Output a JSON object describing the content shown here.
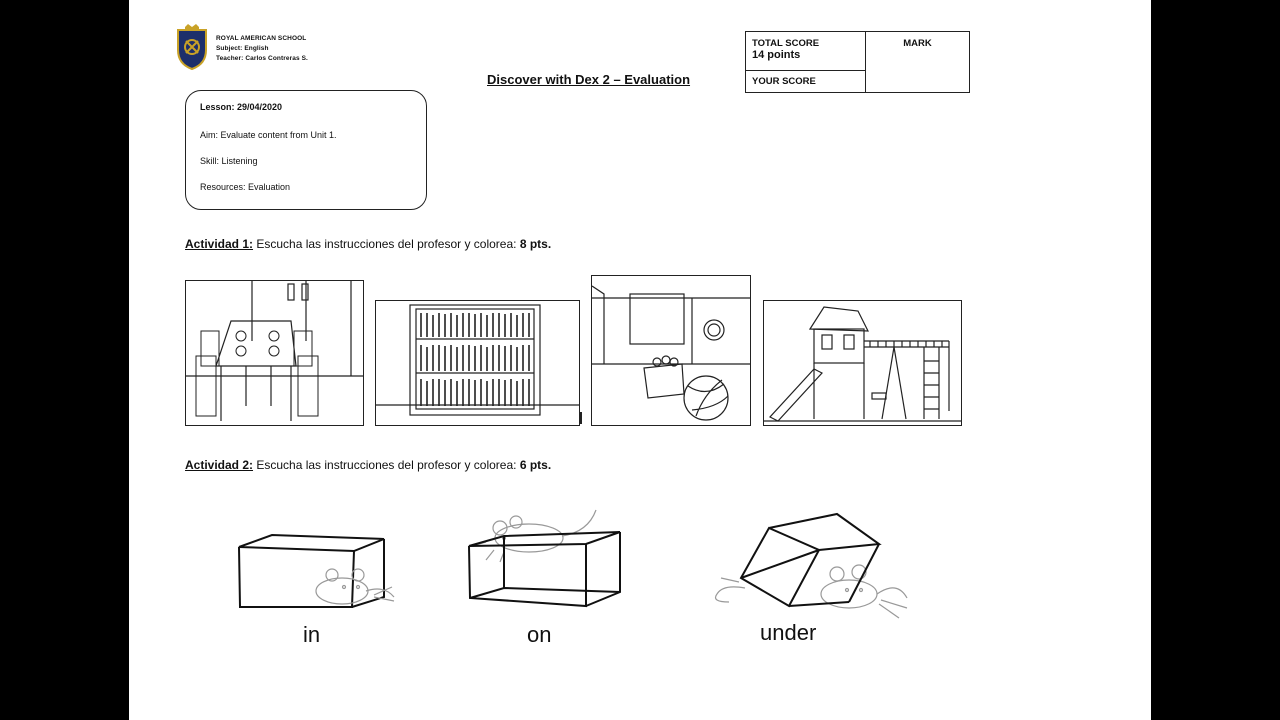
{
  "header": {
    "school_name": "ROYAL AMERICAN SCHOOL",
    "subject": "Subject: English",
    "teacher": "Teacher: Carlos Contreras S."
  },
  "title": "Discover with Dex 2 – Evaluation",
  "lesson_info": {
    "lesson": "Lesson: 29/04/2020",
    "aim": "Aim: Evaluate content from Unit 1.",
    "skill": "Skill: Listening",
    "resources": "Resources: Evaluation"
  },
  "score_table": {
    "total_label": "TOTAL  SCORE",
    "total_value": "14 points",
    "mark_label": "MARK",
    "your_score_label": "YOUR SCORE"
  },
  "activity1": {
    "label": "Actividad 1:",
    "instruction": " Escucha las instrucciones del profesor y colorea: ",
    "points": "8 pts."
  },
  "activity2": {
    "label": "Actividad 2:",
    "instruction": " Escucha las instrucciones del profesor y colorea: ",
    "points": "6 pts."
  },
  "prepositions": [
    "in",
    "on",
    "under"
  ],
  "images": [
    "dining-room-icon",
    "bookshelf-icon",
    "classroom-ball-icon",
    "playground-icon",
    "mouse-in-box-icon",
    "mouse-on-box-icon",
    "mouse-under-box-icon"
  ]
}
